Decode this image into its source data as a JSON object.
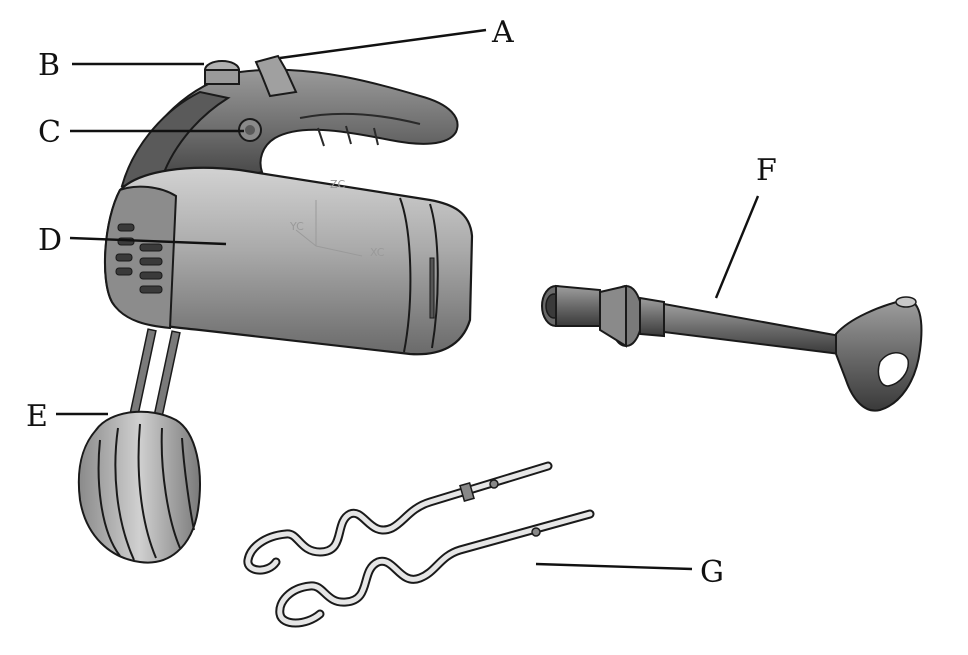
{
  "labels": {
    "A": "A",
    "B": "B",
    "C": "C",
    "D": "D",
    "E": "E",
    "F": "F",
    "G": "G"
  },
  "cad_marks": {
    "zc": "ZC",
    "yc": "YC",
    "xc": "XC"
  },
  "colors": {
    "body_light": "#b9b9b9",
    "body_mid": "#8a8a8a",
    "body_dark": "#4a4a4a",
    "outline": "#1a1a1a"
  }
}
